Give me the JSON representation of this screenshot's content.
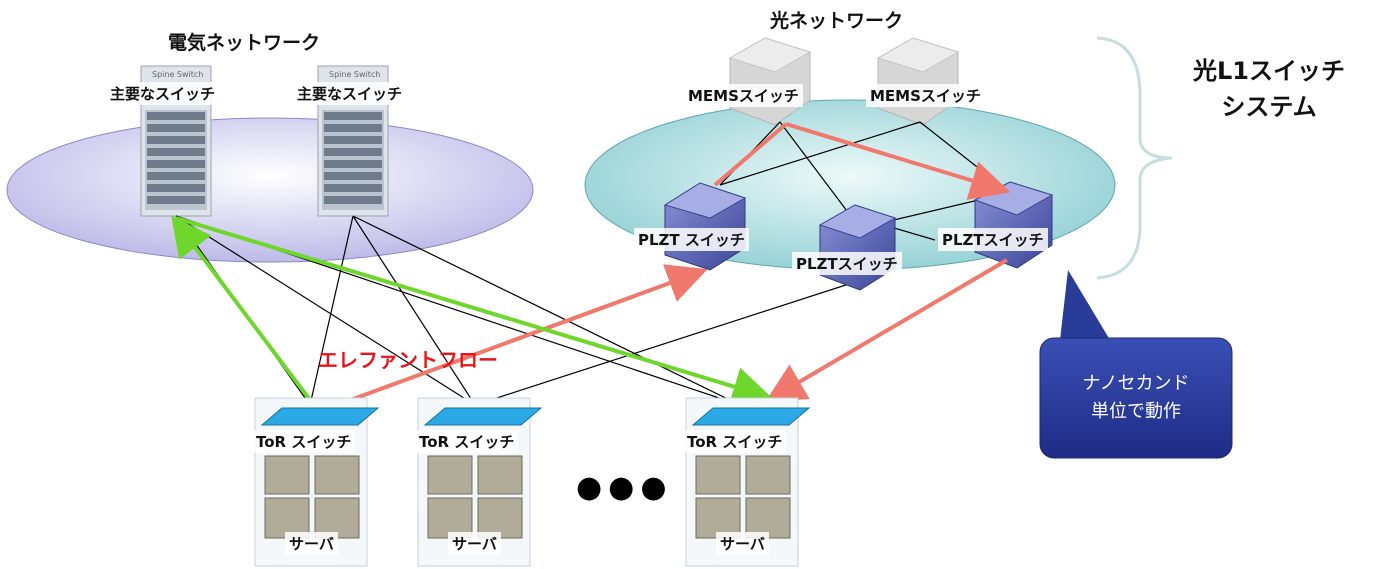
{
  "electrical_network": {
    "title": "電気ネットワーク",
    "spine_label": "主要なスイッチ",
    "spine_caption": "Spine Switch"
  },
  "optical_network": {
    "title": "光ネットワーク",
    "mems_label": "MEMSスイッチ",
    "plzt_labels": [
      "PLZT スイッチ",
      "PLZTスイッチ",
      "PLZTスイッチ"
    ]
  },
  "system_label": {
    "line1": "光L1スイッチ",
    "line2": "システム"
  },
  "callout": {
    "line1": "ナノセカンド",
    "line2": "単位で動作"
  },
  "elephant_flow": "エレファントフロー",
  "tor_label": "ToR スイッチ",
  "server_label": "サーバ",
  "ellipsis": "●●●",
  "colors": {
    "elephant_flow": "#f0786c",
    "electrical_path": "#6fd62c",
    "electrical_ellipse": "#c9c8ec",
    "optical_ellipse": "#a7dadd",
    "callout": "#283c98"
  }
}
